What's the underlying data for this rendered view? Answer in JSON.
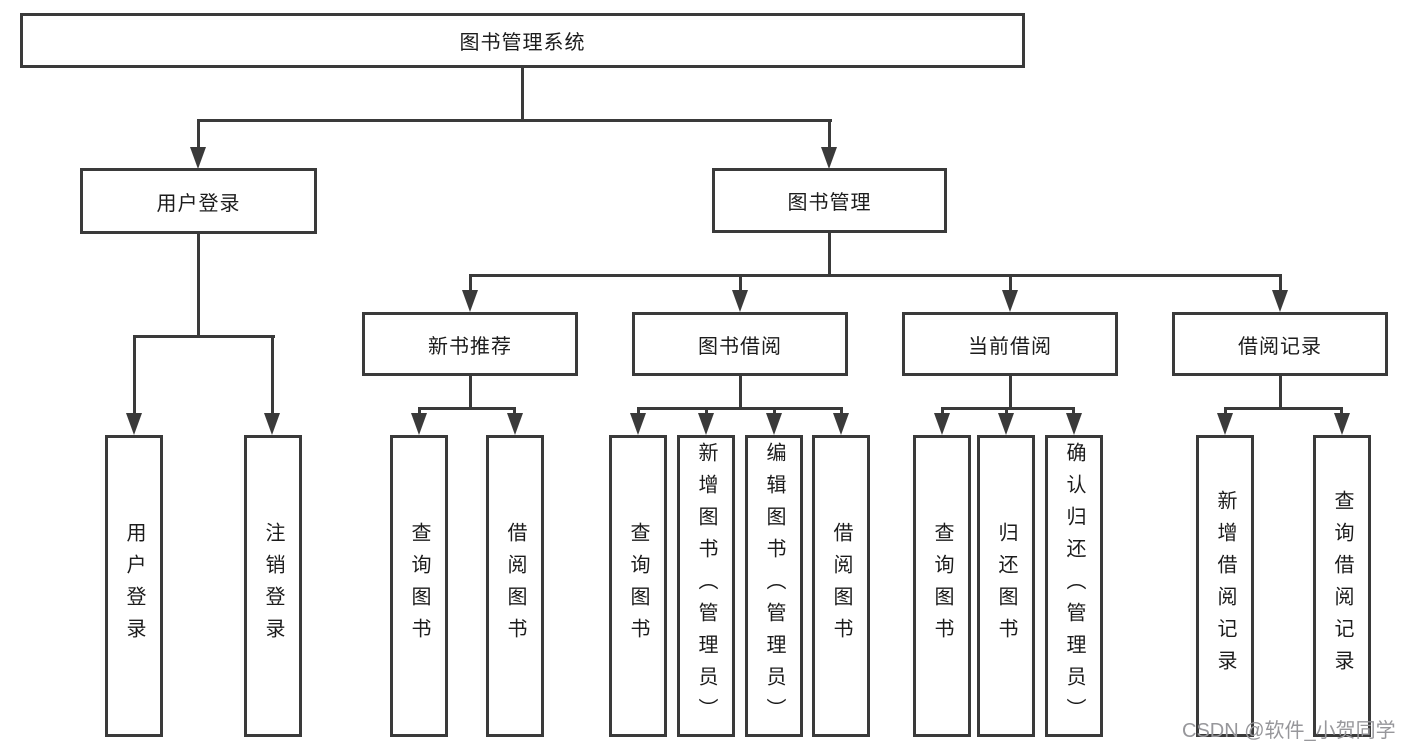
{
  "tree": {
    "root": {
      "label": "图书管理系统"
    },
    "branches": [
      {
        "label": "用户登录",
        "children": [
          {
            "label": "用户登录"
          },
          {
            "label": "注销登录"
          }
        ]
      },
      {
        "label": "图书管理",
        "sections": [
          {
            "label": "新书推荐",
            "children": [
              {
                "label": "查询图书"
              },
              {
                "label": "借阅图书"
              }
            ]
          },
          {
            "label": "图书借阅",
            "children": [
              {
                "label": "查询图书"
              },
              {
                "label": "新增图书（管理员）"
              },
              {
                "label": "编辑图书（管理员）"
              },
              {
                "label": "借阅图书"
              }
            ]
          },
          {
            "label": "当前借阅",
            "children": [
              {
                "label": "查询图书"
              },
              {
                "label": "归还图书"
              },
              {
                "label": "确认归还（管理员）"
              }
            ]
          },
          {
            "label": "借阅记录",
            "children": [
              {
                "label": "新增借阅记录"
              },
              {
                "label": "查询借阅记录"
              }
            ]
          }
        ]
      }
    ]
  },
  "watermark": {
    "text": "CSDN @软件_小贺同学"
  },
  "colors": {
    "line": "#3a3a3a",
    "text": "#1c1c1c",
    "watermark": "#97979b",
    "background": "#ffffff"
  }
}
